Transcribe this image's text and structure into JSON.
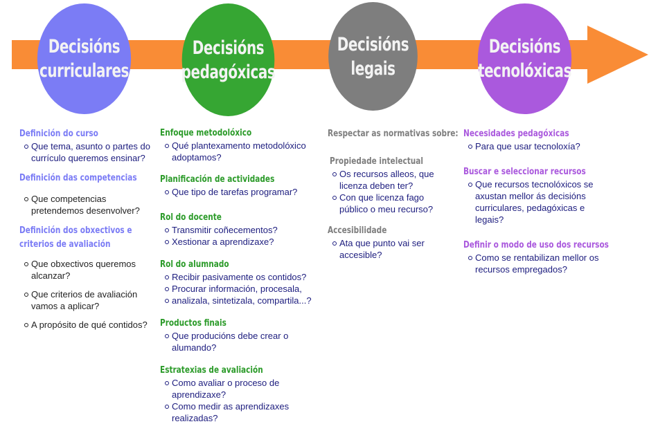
{
  "colors": {
    "arrow": "#f98c36",
    "curricular": "#7b7cf5",
    "pedagogical": "#36a633",
    "legal": "#7e7e7e",
    "technological": "#aa59dd",
    "text": "#1c1c7e"
  },
  "circles": [
    {
      "line1": "Decisións",
      "line2": "curriculares"
    },
    {
      "line1": "Decisións",
      "line2": "pedagóxicas"
    },
    {
      "line1": "Decisións",
      "line2": "legais"
    },
    {
      "line1": "Decisións",
      "line2": "tecnolóxicas"
    }
  ],
  "curricular": {
    "h1": "Definición do curso",
    "h1_items": [
      "Que tema, asunto o partes do",
      "currículo queremos ensinar?"
    ],
    "h2": "Definición das competencias",
    "h2_items": [
      "Que competencias",
      "pretendemos desenvolver?"
    ],
    "h3a": "Definición dos obxectivos e",
    "h3b": "criterios de avaliación",
    "h3_items": [
      "Que obxectivos queremos",
      "alcanzar?",
      "Que criterios de avaliación",
      "vamos a aplicar?",
      "A propósito de qué contidos?"
    ]
  },
  "pedagogical": {
    "h1": "Enfoque metodolóxico",
    "h1_items": [
      "Qué plantexamento metodolóxico",
      "adoptamos?"
    ],
    "h2": "Planificación de actividades",
    "h2_items": [
      "Que tipo de tarefas programar?"
    ],
    "h3": "Rol do docente",
    "h3_items": [
      "Transmitir coñecementos?",
      "Xestionar a aprendizaxe?"
    ],
    "h4": "Rol do alumnado",
    "h4_items": [
      "Recibir pasivamente os contidos?",
      "Procurar información, procesala,",
      "analizala, sintetizala, compartila...?"
    ],
    "h5": "Productos finais",
    "h5_items": [
      "Que producións debe crear o alumando?"
    ],
    "h6": "Estratexias de avaliación",
    "h6_items": [
      "Como avaliar o proceso de aprendizaxe?",
      "Como medir as aprendizaxes realizadas?"
    ]
  },
  "legal": {
    "intro": "Respectar as normativas  sobre:",
    "h1": "Propiedade intelectual",
    "h1_items": [
      "Os recursos alleos, que",
      "licenza deben ter?",
      "Con que licenza fago",
      "público o meu recurso?"
    ],
    "h2": "Accesibilidade",
    "h2_items": [
      "Ata que punto vai ser",
      "accesible?"
    ]
  },
  "technological": {
    "h1": "Necesidades pedagóxicas",
    "h1_items": [
      "Para que usar tecnoloxía?"
    ],
    "h2": "Buscar e seleccionar recursos",
    "h2_items": [
      "Que recursos tecnolóxicos se",
      "axustan mellor ás decisións",
      "curriculares, pedagóxicas e",
      "legais?"
    ],
    "h3": "Definir o modo de uso dos recursos",
    "h3_items": [
      "Como se rentabilizan mellor os",
      "recursos empregados?"
    ]
  }
}
